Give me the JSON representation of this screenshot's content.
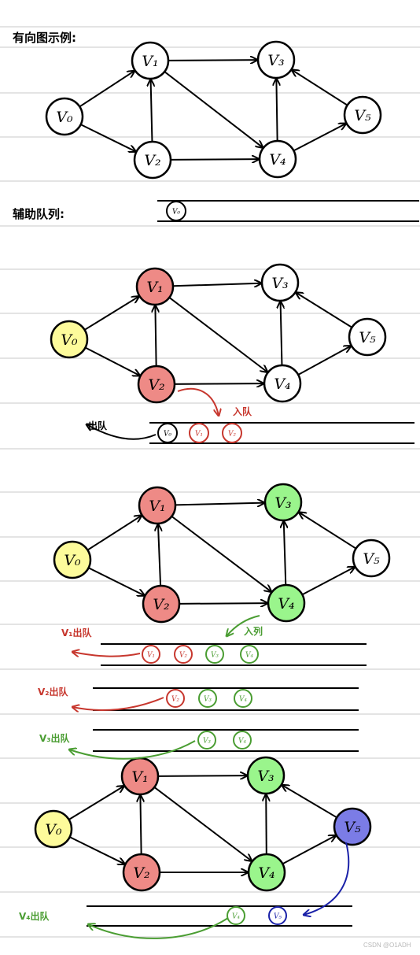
{
  "title": "有向图示例:",
  "queue_label": "辅助队列:",
  "nodes": [
    "V₀",
    "V₁",
    "V₂",
    "V₃",
    "V₄",
    "V₅"
  ],
  "edges": [
    [
      "V₀",
      "V₁"
    ],
    [
      "V₀",
      "V₂"
    ],
    [
      "V₂",
      "V₁"
    ],
    [
      "V₁",
      "V₃"
    ],
    [
      "V₁",
      "V₄"
    ],
    [
      "V₂",
      "V₄"
    ],
    [
      "V₄",
      "V₃"
    ],
    [
      "V₄",
      "V₅"
    ],
    [
      "V₅",
      "V₃"
    ]
  ],
  "colors": {
    "start": "#fdfb9b",
    "visited": "#ee8a86",
    "discovered": "#9af58c",
    "current": "#7b7ce6",
    "unvisited": "#ffffff",
    "red_ink": "#c7372e",
    "green_ink": "#4a9d32",
    "blue_ink": "#1a21a8",
    "grid": "#c9c9c9"
  },
  "step1": {
    "dequeue_label": "出队",
    "enqueue_label": "入队",
    "queue": [
      "V₀",
      "V₁",
      "V₂"
    ]
  },
  "step2": {
    "enqueue_label": "入列",
    "v1_dequeue_label": "V₁出队",
    "queue_a": [
      "V₁",
      "V₂",
      "V₃",
      "V₄"
    ],
    "v2_dequeue_label": "V₂出队",
    "queue_b": [
      "V₂",
      "V₃",
      "V₄"
    ],
    "v3_dequeue_label": "V₃出队",
    "queue_c": [
      "V₃",
      "V₄"
    ]
  },
  "step3": {
    "v4_dequeue_label": "V₄出队",
    "queue": [
      "V₄",
      "V₅"
    ]
  },
  "watermark": "CSDN @O1ADH"
}
